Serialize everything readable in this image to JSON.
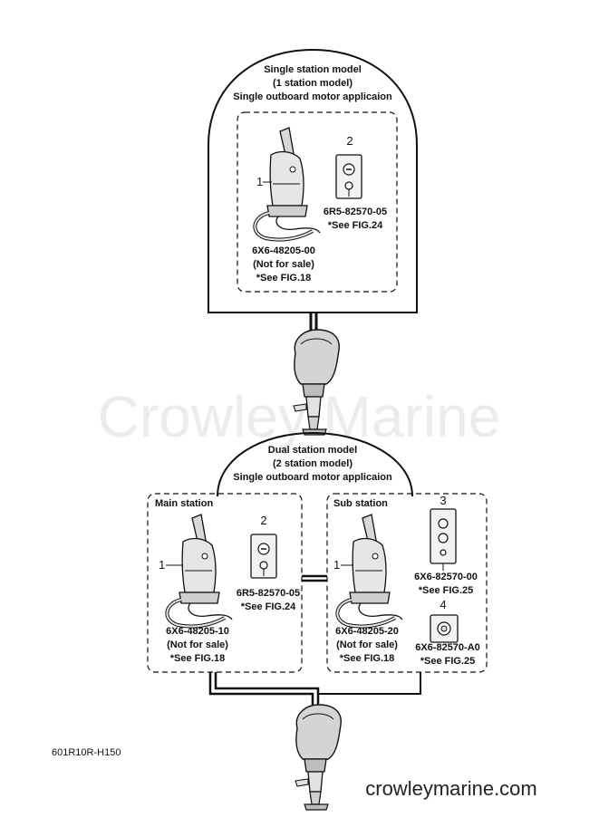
{
  "watermark": "Crowley Marine",
  "site_url": "crowleymarine.com",
  "figure_code": "601R10R-H150",
  "single": {
    "title_lines": [
      "Single station model",
      "(1 station model)",
      "Single outboard motor applicaion"
    ],
    "remote_control": {
      "number": "1",
      "part": "6X6-48205-00",
      "note": "(Not for sale)",
      "ref": "*See FIG.18"
    },
    "switch_panel": {
      "number": "2",
      "part": "6R5-82570-05",
      "ref": "*See FIG.24"
    }
  },
  "dual": {
    "title_lines": [
      "Dual station model",
      "(2 station model)",
      "Single outboard motor applicaion"
    ],
    "main": {
      "label": "Main station",
      "remote_control": {
        "number": "1",
        "part": "6X6-48205-10",
        "note": "(Not for sale)",
        "ref": "*See FIG.18"
      },
      "switch_panel": {
        "number": "2",
        "part": "6R5-82570-05",
        "ref": "*See FIG.24"
      }
    },
    "sub": {
      "label": "Sub station",
      "remote_control": {
        "number": "1",
        "part": "6X6-48205-20",
        "note": "(Not for sale)",
        "ref": "*See FIG.18"
      },
      "panel_3": {
        "number": "3",
        "part": "6X6-82570-00",
        "ref": "*See FIG.25"
      },
      "panel_4": {
        "number": "4",
        "part": "6X6-82570-A0",
        "ref": "*See FIG.25"
      }
    }
  }
}
